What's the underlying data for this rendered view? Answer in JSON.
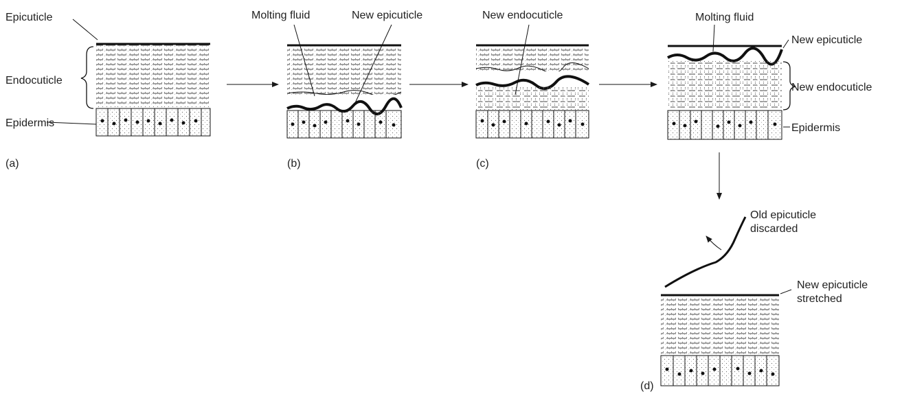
{
  "panels": {
    "a": {
      "label": "(a)",
      "epicuticle": "Epicuticle",
      "endocuticle": "Endocuticle",
      "epidermis": "Epidermis"
    },
    "b": {
      "label": "(b)",
      "molting_fluid": "Molting fluid",
      "new_epicuticle": "New epicuticle"
    },
    "c": {
      "label": "(c)",
      "new_endocuticle": "New endocuticle"
    },
    "c2": {
      "molting_fluid": "Molting fluid",
      "new_epicuticle": "New epicuticle",
      "new_endocuticle": "New endocuticle",
      "epidermis": "Epidermis"
    },
    "d": {
      "label": "(d)",
      "old_epicuticle_line1": "Old epicuticle",
      "old_epicuticle_line2": "discarded",
      "new_epicuticle_line1": "New epicuticle",
      "new_epicuticle_line2": "stretched"
    }
  },
  "colors": {
    "ink": "#1a1a1a",
    "stipple": "#777777"
  }
}
